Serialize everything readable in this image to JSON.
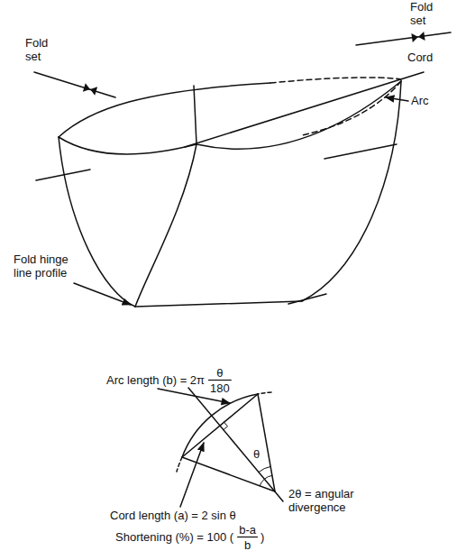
{
  "diagram": {
    "labels": [
      "Fold set",
      "Fold set",
      "Cord",
      "Arc",
      "Fold hinge line profile",
      "Arc length (b) = 2π",
      "θ",
      "180",
      "θ",
      "2θ = angular divergence",
      "Cord length (a) = 2 sin θ",
      "Shortening (%) = 100 (",
      "b-a",
      "b",
      ")"
    ]
  }
}
